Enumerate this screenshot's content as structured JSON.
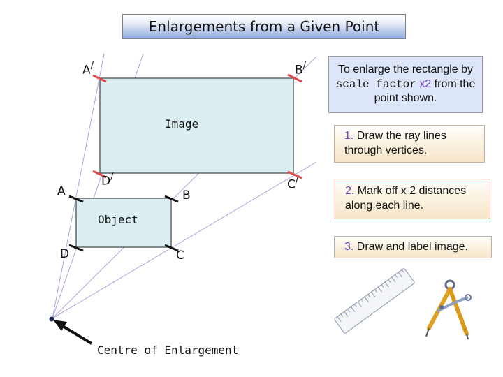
{
  "title": "Enlargements from a Given Point",
  "labels": {
    "a_prime": "A",
    "b_prime": "B",
    "c_prime": "C",
    "d_prime": "D",
    "prime_mark": "/",
    "a": "A",
    "b": "B",
    "c": "C",
    "d": "D",
    "image": "Image",
    "object": "Object",
    "centre": "Centre of Enlargement"
  },
  "intro": {
    "text1": "To enlarge the rectangle by ",
    "scale_factor": "scale factor",
    "x2": "x2",
    "text2": " from the point shown."
  },
  "steps": [
    {
      "num": "1.",
      "text": "Draw the ray lines through vertices."
    },
    {
      "num": "2.",
      "text": "Mark off x 2 distances along each line."
    },
    {
      "num": "3.",
      "text": "Draw and label image."
    }
  ],
  "icons": [
    "ruler-icon",
    "compass-icon"
  ],
  "colors": {
    "image_fill": "#dceef1",
    "object_fill": "#dceef1",
    "ray": "#a6a6dc",
    "marker_red": "#e04a4a",
    "marker_black": "#111111",
    "accent_purple": "#7040c0"
  }
}
